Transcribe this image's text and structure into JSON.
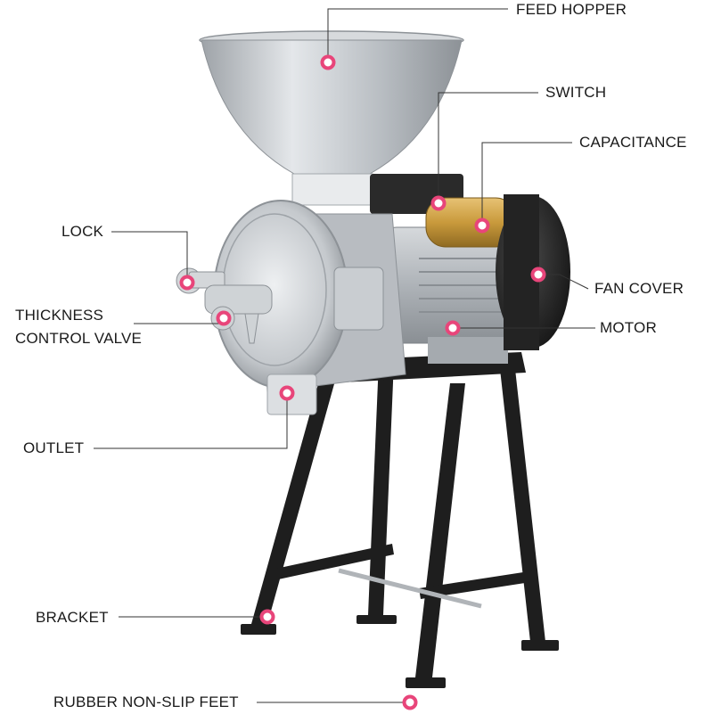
{
  "labels": {
    "feed_hopper": "FEED HOPPER",
    "switch": "SWITCH",
    "capacitance": "CAPACITANCE",
    "lock": "LOCK",
    "fan_cover": "FAN COVER",
    "thickness_line1": "THICKNESS",
    "thickness_line2": "CONTROL VALVE",
    "motor": "MOTOR",
    "outlet": "OUTLET",
    "bracket": "BRACKET",
    "feet": "RUBBER NON-SLIP FEET"
  },
  "colors": {
    "marker": "#e8457a",
    "leader": "#333333",
    "frame": "#1e1e1e",
    "steel": "#c8ccd0",
    "motor_body": "#b9bdc2",
    "capacitor": "#c99a3c",
    "fan_cover": "#232323"
  }
}
